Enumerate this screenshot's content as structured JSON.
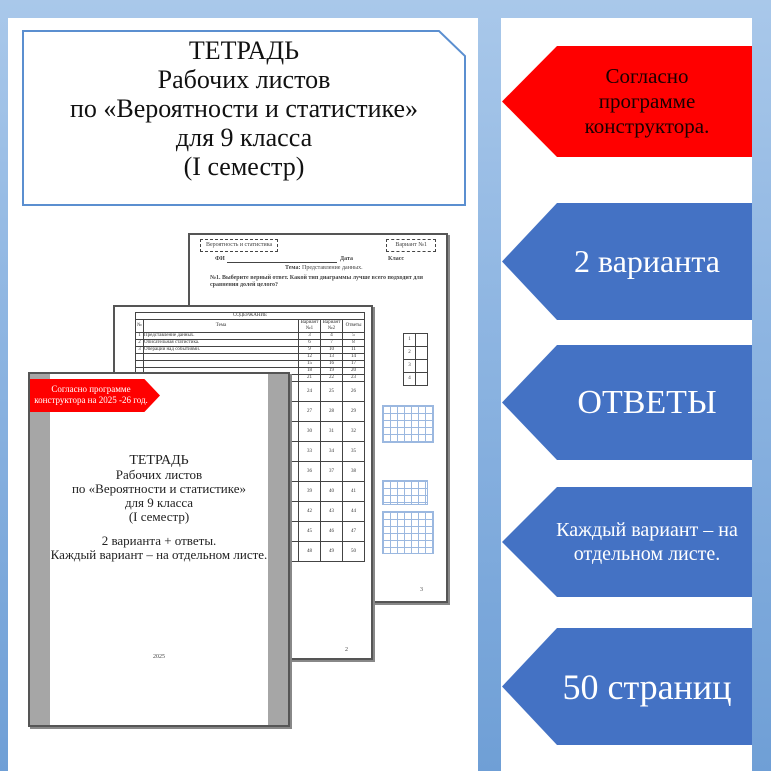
{
  "title_box": {
    "lines": [
      "ТЕТРАДЬ",
      "Рабочих листов",
      "по «Вероятности и статистике»",
      "для 9 класса",
      "(I семестр)"
    ]
  },
  "arrows": [
    {
      "text": "Согласно программе конструктора.",
      "color": "#ff0000",
      "text_color": "#1a0000"
    },
    {
      "text": "2 варианта",
      "color": "#4472c4"
    },
    {
      "text": "ОТВЕТЫ",
      "color": "#4472c4"
    },
    {
      "text": "Каждый вариант – на отдельном листе.",
      "color": "#4472c4"
    },
    {
      "text": "50 страниц",
      "color": "#4472c4"
    }
  ],
  "back_page": {
    "header_left": "Вероятность и статистика",
    "header_right": "Вариант №1",
    "fio": "ФИ",
    "date": "Дата",
    "class": "Класс",
    "topic_label": "Тема:",
    "topic": "Представление данных.",
    "question": "№1. Выберите верный ответ. Какой тип диаграммы лучше всего подходит для сравнения долей целого?",
    "answers": [
      "1",
      "2",
      "3",
      "4"
    ],
    "page_number": "3"
  },
  "middle_page": {
    "heading": "СОДЕРЖАНИЕ",
    "columns": [
      "№",
      "Тема",
      "Вариант №1",
      "Вариант №2",
      "Ответы"
    ],
    "rows": [
      [
        "1",
        "Представление данных.",
        "3",
        "4",
        "5"
      ],
      [
        "2",
        "Описательная статистика.",
        "6",
        "7",
        "8"
      ],
      [
        "3",
        "Операции над событиями.",
        "9",
        "10",
        "11"
      ]
    ],
    "extra_rows": [
      [
        "12",
        "13",
        "14"
      ],
      [
        "15",
        "16",
        "17"
      ],
      [
        "18",
        "19",
        "20"
      ],
      [
        "21",
        "22",
        "23"
      ],
      [
        "24",
        "25",
        "26"
      ],
      [
        "27",
        "28",
        "29"
      ],
      [
        "30",
        "31",
        "32"
      ],
      [
        "33",
        "34",
        "35"
      ],
      [
        "36",
        "37",
        "38"
      ],
      [
        "39",
        "40",
        "41"
      ],
      [
        "42",
        "43",
        "44"
      ],
      [
        "45",
        "46",
        "47"
      ],
      [
        "48",
        "49",
        "50"
      ]
    ],
    "page_number": "2"
  },
  "front_page": {
    "badge": "Согласно программе конструктора на 2025 -26 год.",
    "lines": [
      "ТЕТРАДЬ",
      "Рабочих листов",
      "по «Вероятности и статистике»",
      "для 9 класса",
      "(I семестр)"
    ],
    "extra": [
      "2 варианта + ответы.",
      "Каждый вариант – на отдельном листе."
    ],
    "year": "2025"
  }
}
